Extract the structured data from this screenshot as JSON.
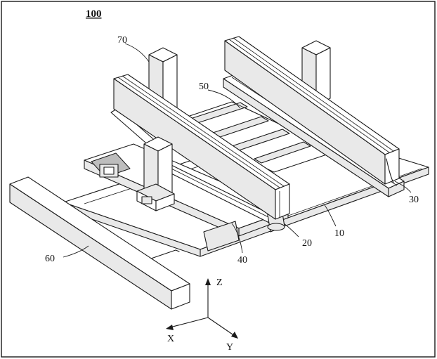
{
  "figure": {
    "main_label": "100",
    "part_labels": {
      "p10": "10",
      "p20": "20",
      "p30": "30",
      "p40": "40",
      "p50": "50",
      "p60": "60",
      "p70": "70"
    },
    "axes": {
      "x": "X",
      "y": "Y",
      "z": "Z"
    }
  }
}
